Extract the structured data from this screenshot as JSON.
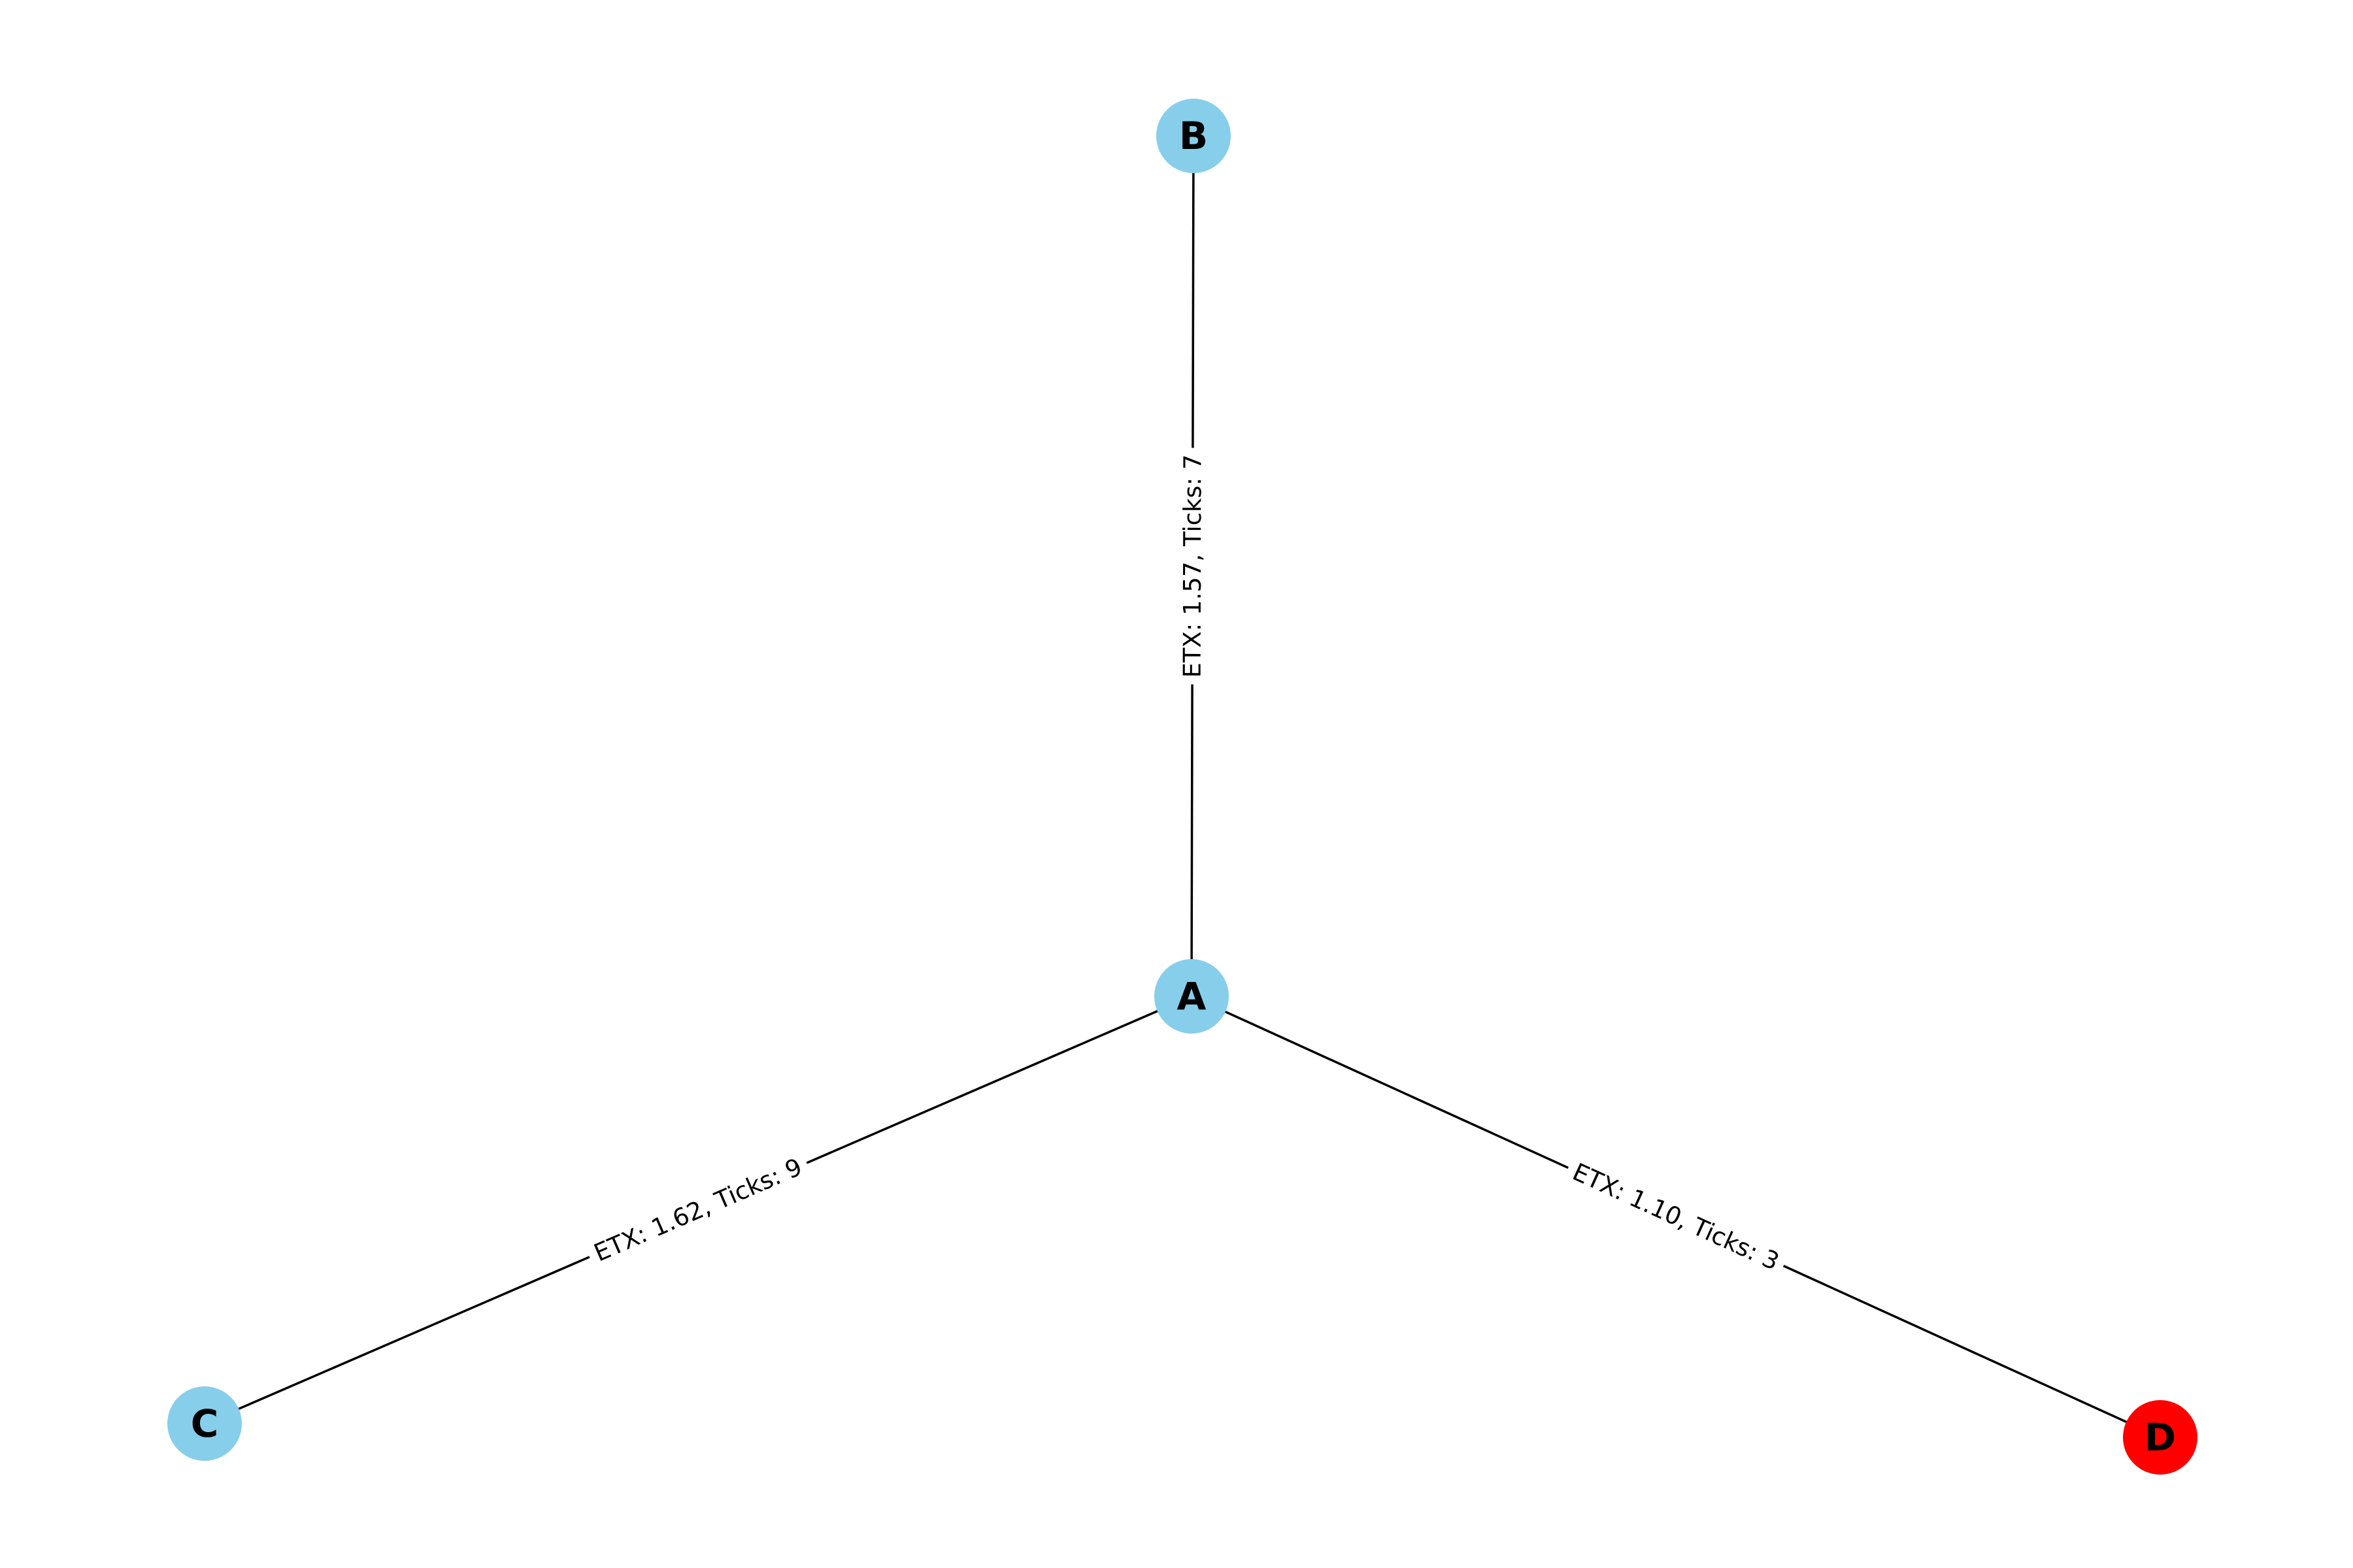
{
  "diagram": {
    "type": "network-graph",
    "nodes": [
      {
        "id": "A",
        "label": "A",
        "color": "#87CEEB"
      },
      {
        "id": "B",
        "label": "B",
        "color": "#87CEEB"
      },
      {
        "id": "C",
        "label": "C",
        "color": "#87CEEB"
      },
      {
        "id": "D",
        "label": "D",
        "color": "#FF0000"
      }
    ],
    "edges": [
      {
        "source": "A",
        "target": "B",
        "label": "ETX: 1.57, Ticks: 7"
      },
      {
        "source": "A",
        "target": "C",
        "label": "ETX: 1.62, Ticks: 9"
      },
      {
        "source": "A",
        "target": "D",
        "label": "ETX: 1.10, Ticks: 3"
      }
    ]
  }
}
